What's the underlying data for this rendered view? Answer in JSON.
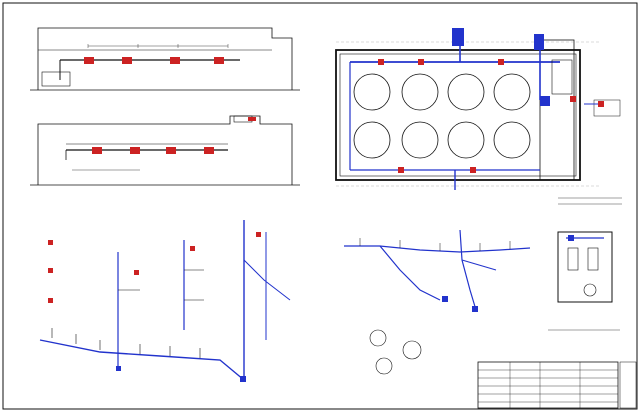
{
  "labels": {
    "section_top": "",
    "section_mid": "",
    "plan_title": "",
    "riser_schemes": "",
    "legend_title": "",
    "node_title": "",
    "stamp_title": ""
  },
  "legend": {
    "items": [
      {
        "name": "supply-duct",
        "color": "#2233cc"
      },
      {
        "name": "fan-unit",
        "color": "#cc2222"
      },
      {
        "name": "equipment",
        "color": "#2233cc"
      }
    ]
  },
  "colors": {
    "line": "#111111",
    "duct": "#2233cc",
    "fan": "#cc2222",
    "grid": "#888888",
    "paper": "#ffffff"
  },
  "plan": {
    "round_units": 8
  }
}
